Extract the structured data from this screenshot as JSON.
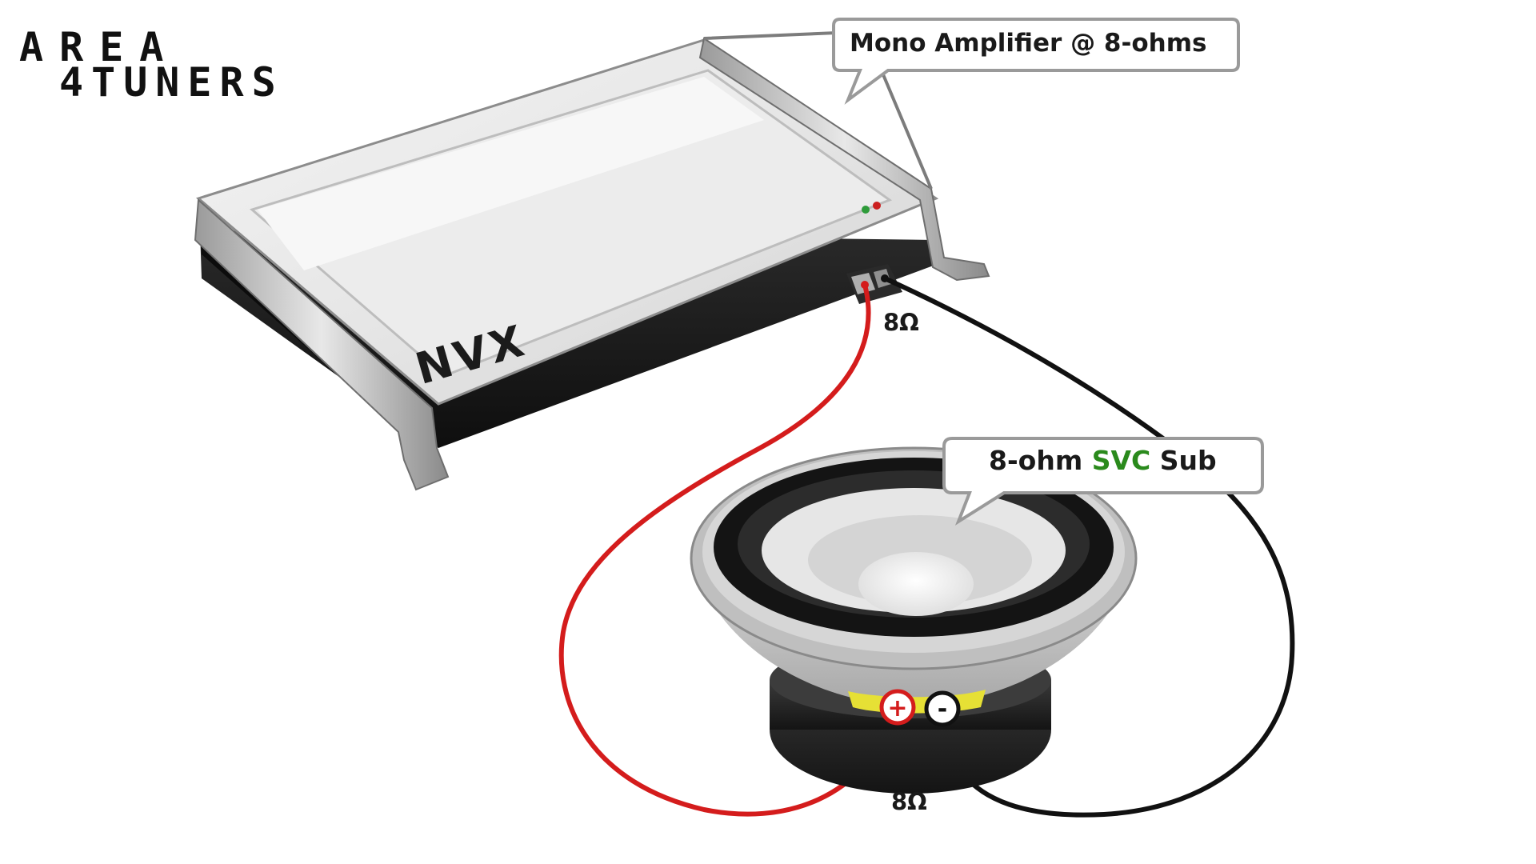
{
  "brand": {
    "logo_line1": "AREA",
    "logo_line2": "4TUNERS"
  },
  "amplifier": {
    "callout": "Mono Amplifier @ 8-ohms",
    "brand_label": "NVX",
    "terminal_impedance": "8Ω"
  },
  "subwoofer": {
    "callout_prefix": "8-ohm ",
    "callout_highlight": "SVC",
    "callout_suffix": " Sub",
    "positive_terminal": "+",
    "negative_terminal": "-",
    "impedance": "8Ω"
  },
  "colors": {
    "positive_wire": "#d41c1c",
    "negative_wire": "#111111",
    "svc_highlight": "#2a8a1c",
    "subwoofer_cone_band": "#e6e035"
  }
}
